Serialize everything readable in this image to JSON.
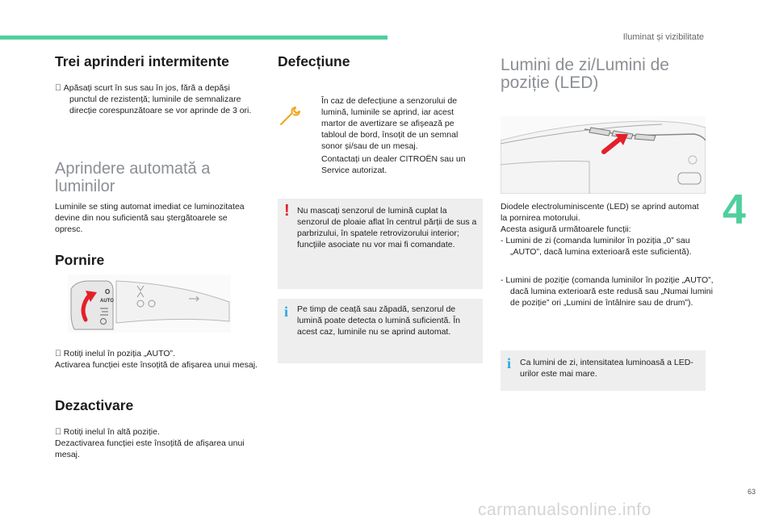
{
  "header": {
    "chapter_title": "Iluminat și vizibilitate",
    "chapter_number": "4",
    "page_number": "63"
  },
  "col1": {
    "s1_title": "Trei aprinderi intermitente",
    "s1_text": "  Apăsați scurt în sus sau în jos, fără a depăși punctul de rezistență; luminile de semnalizare direcție corespunzătoare se vor aprinde de 3 ori.",
    "s2_title": "Aprindere automată a luminilor",
    "s2_text": "Luminile se sting automat imediat ce luminozitatea devine din nou suficientă sau ștergătoarele se opresc.",
    "s3_title": "Pornire",
    "s3_bullet": "  Rotiți inelul în poziția „AUTO”.",
    "s3_text": "Activarea funcției este însoțită de afișarea unui mesaj.",
    "s4_title": "Dezactivare",
    "s4_bullet": "  Rotiți inelul în altă poziție.",
    "s4_text": "Dezactivarea funcției este însoțită de afișarea unui mesaj.",
    "stalk_labels": {
      "o": "O",
      "auto": "AUTO"
    }
  },
  "col2": {
    "title": "Defecțiune",
    "fault_text": "În caz de defecțiune a senzorului de lumină, luminile se aprind, iar acest martor de avertizare se afișează pe tabloul de bord, însoțit de un semnal sonor și/sau de un mesaj.",
    "fault_text2": "Contactați un dealer CITROËN sau un Service autorizat.",
    "warn_text": "Nu mascați senzorul de lumină cuplat la senzorul de ploaie aflat în centrul părții de sus a parbrizului, în spatele retrovizorului interior; funcțiile asociate nu vor mai fi comandate.",
    "info_text": "Pe timp de ceață sau zăpadă, senzorul de lumină poate detecta o lumină suficientă. În acest caz, luminile nu se aprind automat."
  },
  "col3": {
    "title": "Lumini de zi/Lumini de poziție (LED)",
    "intro": "Diodele electroluminiscente (LED) se aprind automat la pornirea motorului.",
    "func_intro": "Acesta asigură următoarele funcții:",
    "item1": "- Lumini de zi (comanda luminilor în poziția „0” sau „AUTO”, dacă lumina exterioară este suficientă).",
    "item2": "- Lumini de poziție (comanda luminilor în poziție „AUTO”, dacă lumina exterioară este redusă sau „Numai lumini de poziție” ori „Lumini de întâlnire sau de drum”).",
    "info_text": "Ca lumini de zi, intensitatea luminoasă a LED-urilor este mai mare."
  },
  "colors": {
    "accent": "#4fcf9d",
    "warn": "#e4202a",
    "info": "#2ba9e1",
    "wrench": "#f2a51a"
  },
  "icons": [
    "wrench-icon",
    "warning-icon",
    "info-icon"
  ],
  "watermark": "carmanualsonline.info"
}
